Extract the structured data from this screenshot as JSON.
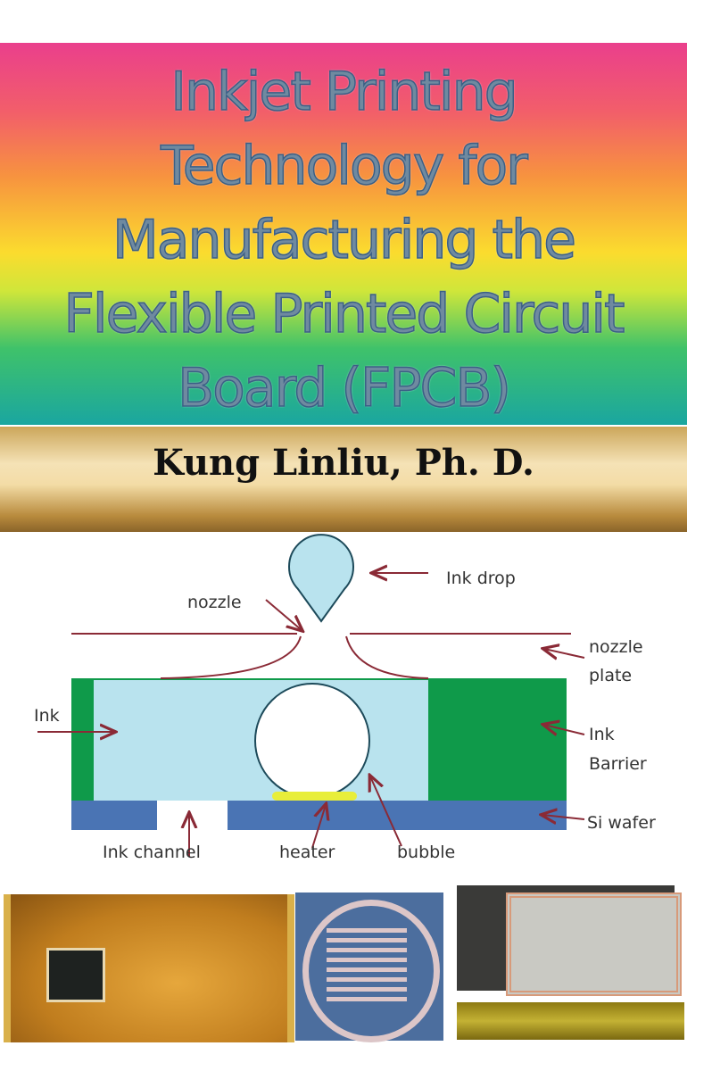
{
  "cover": {
    "title_lines": [
      "Inkjet Printing",
      "Technology for",
      "Manufacturing the",
      "Flexible Printed Circuit",
      "Board (FPCB)"
    ],
    "author": "Kung Linliu, Ph. D."
  },
  "diagram": {
    "labels": {
      "ink_drop": "Ink drop",
      "nozzle": "nozzle",
      "nozzle_plate_1": "nozzle",
      "nozzle_plate_2": "plate",
      "ink": "Ink",
      "ink_barrier_1": "Ink",
      "ink_barrier_2": "Barrier",
      "si_wafer": "Si wafer",
      "ink_channel": "Ink channel",
      "heater": "heater",
      "bubble": "bubble"
    },
    "colors": {
      "ink": "#b9e3ee",
      "barrier": "#0f9a4a",
      "wafer": "#4a74b4",
      "heater": "#e8ee3a",
      "arrow": "#8a2a36"
    }
  }
}
